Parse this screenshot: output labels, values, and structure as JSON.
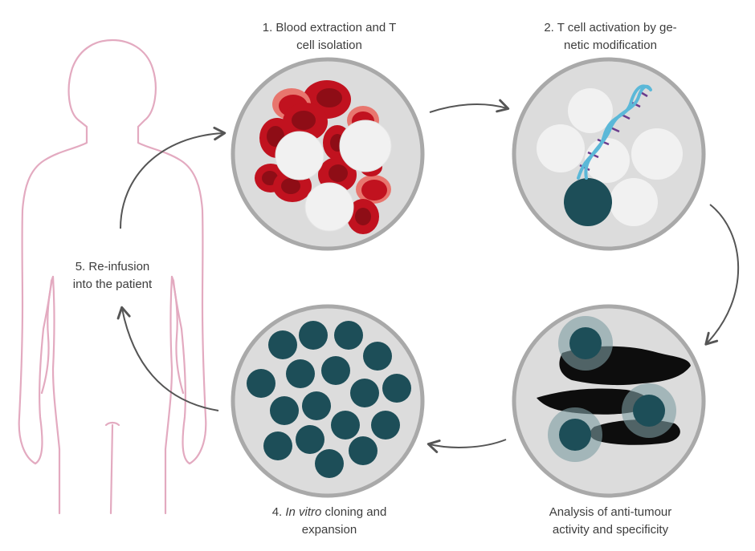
{
  "steps": {
    "step1": {
      "label_line1": "1. Blood extraction and T",
      "label_line2": "cell isolation"
    },
    "step2": {
      "label_line1": "2. T cell activation by ge-",
      "label_line2": "netic modification"
    },
    "step3": {
      "label_line1": "Analysis of anti-tumour",
      "label_line2": "activity and specificity"
    },
    "step4": {
      "label_prefix": "4. ",
      "label_italic": "In vitro",
      "label_rest": " cloning and",
      "label_line2": "expansion"
    },
    "step5": {
      "label_line1": "5. Re-infusion",
      "label_line2": "into the patient"
    }
  },
  "colors": {
    "silhouette": "#e3aac0",
    "dish_fill": "#dcdcdc",
    "dish_ring": "#a9a9a9",
    "red_cell": "#c1121f",
    "red_cell_dark": "#8e0d16",
    "red_cell_light": "#e8766e",
    "white_cell": "#f1f1f1",
    "t_cell": "#1d4e58",
    "dna_blue": "#5bb8d8",
    "dna_purple": "#6b3c8c",
    "tumour": "#0d0d0d",
    "halo": "#7d9ca2",
    "arrow": "#555555"
  },
  "icons": [
    "body-silhouette-icon",
    "dna-helix-icon",
    "cycle-arrow-icon"
  ]
}
